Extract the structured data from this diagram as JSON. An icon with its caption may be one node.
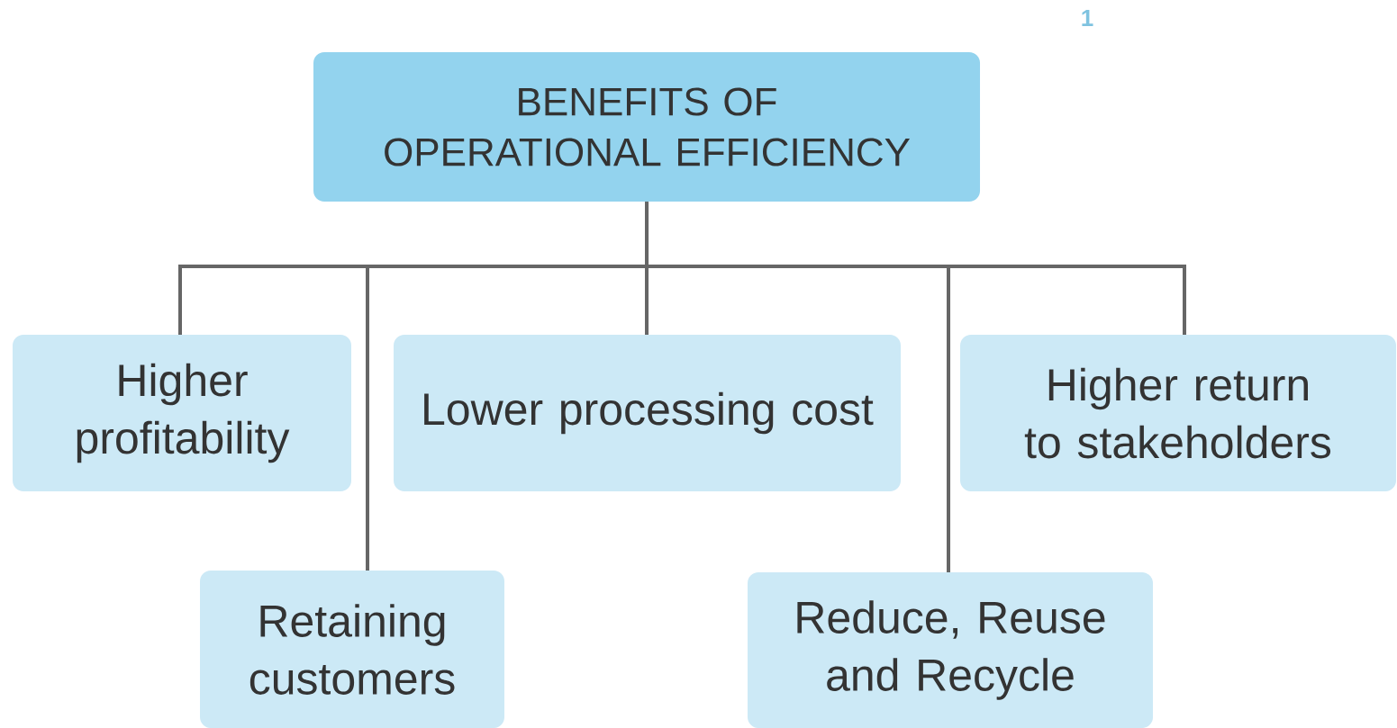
{
  "diagram": {
    "nodes": [
      {
        "text": [
          "BENEFITS OF OPERATIONAL EFFICIENCY"
        ]
      },
      {
        "text": [
          "Higher profitability"
        ]
      },
      {
        "text": [
          "Retaining customers"
        ]
      },
      {
        "text": [
          "Lower processing cost"
        ]
      },
      {
        "text": [
          "Reduce, Reuse and Recycle"
        ]
      },
      {
        "text": [
          "Higher return to stakeholders"
        ]
      }
    ],
    "edges": [
      {
        "from": 0,
        "to": 1,
        "arrow": "none"
      },
      {
        "from": 0,
        "to": 2,
        "arrow": "none"
      },
      {
        "from": 0,
        "to": 3,
        "arrow": "none"
      },
      {
        "from": 0,
        "to": 4,
        "arrow": "none"
      },
      {
        "from": 0,
        "to": 5,
        "arrow": "none"
      }
    ],
    "labels": [
      "1"
    ]
  }
}
